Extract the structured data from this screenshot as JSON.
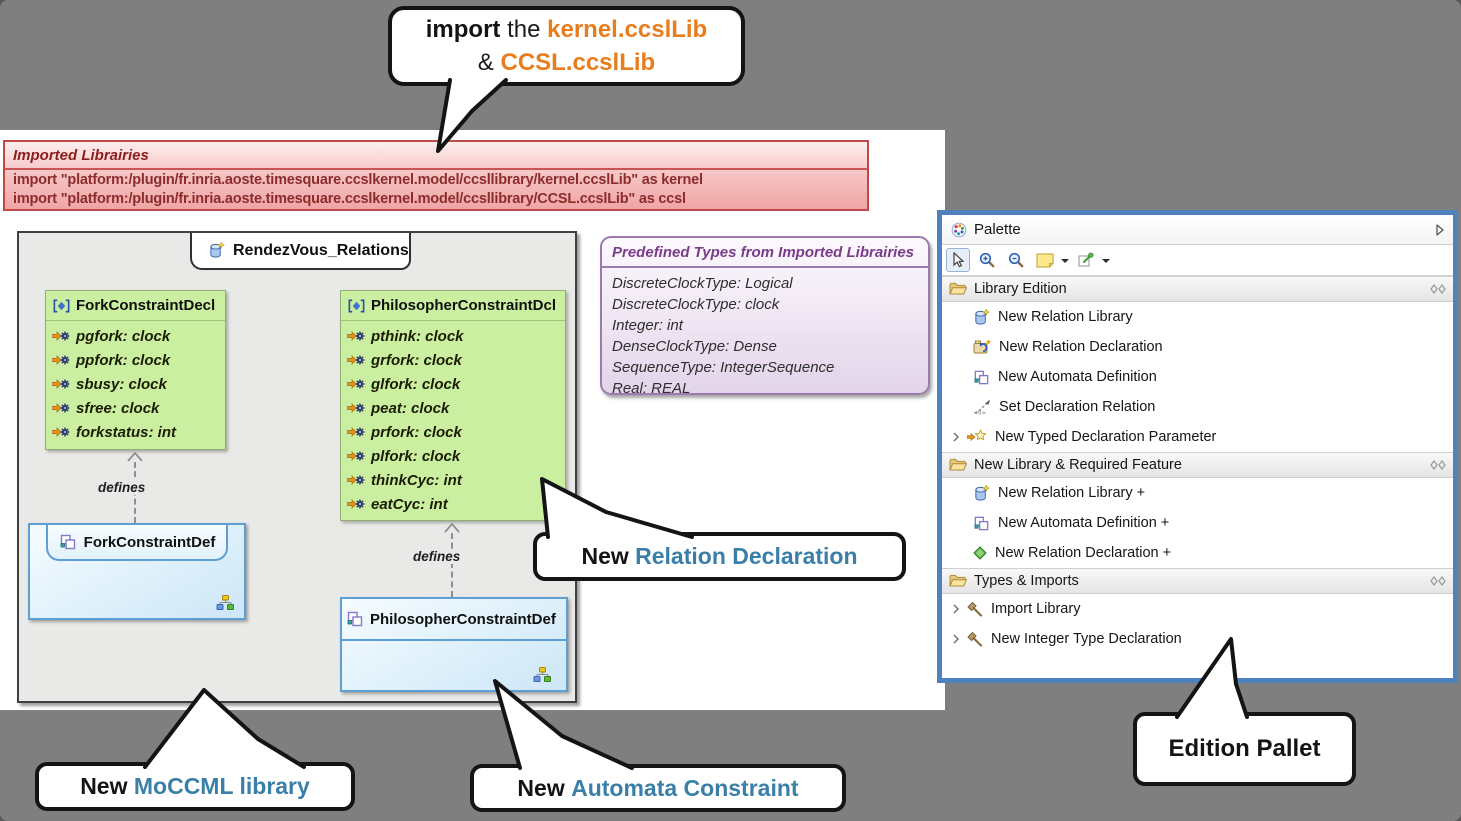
{
  "callouts": {
    "import_note": {
      "bold": "import",
      "mid": " the ",
      "orange1": "kernel.ccslLib",
      "amp": "& ",
      "orange2": "CCSL.ccslLib"
    },
    "new_relation_declaration": {
      "prefix": "New ",
      "highlight": "Relation Declaration"
    },
    "new_moccml_library": {
      "prefix": "New ",
      "highlight": "MoCCML library"
    },
    "new_automata_constraint": {
      "prefix": "New ",
      "highlight": "Automata Constraint"
    },
    "edition_pallet": "Edition Pallet"
  },
  "imported_libraries": {
    "title": "Imported Librairies",
    "lines": [
      "import \"platform:/plugin/fr.inria.aoste.timesquare.ccslkernel.model/ccsllibrary/kernel.ccslLib\" as kernel",
      "import \"platform:/plugin/fr.inria.aoste.timesquare.ccslkernel.model/ccsllibrary/CCSL.ccslLib\" as ccsl"
    ]
  },
  "diagram": {
    "tab_title": "RendezVous_Relations",
    "edge_label": "defines",
    "decl_boxes": [
      {
        "title": "ForkConstraintDecl",
        "rows": [
          "pgfork: clock",
          "ppfork: clock",
          "sbusy: clock",
          "sfree: clock",
          "forkstatus: int"
        ]
      },
      {
        "title": "PhilosopherConstraintDcl",
        "rows": [
          "pthink: clock",
          "grfork: clock",
          "glfork: clock",
          "peat: clock",
          "prfork: clock",
          "plfork: clock",
          "thinkCyc: int",
          "eatCyc: int"
        ]
      }
    ],
    "def_boxes": [
      {
        "title": "ForkConstraintDef"
      },
      {
        "title": "PhilosopherConstraintDef"
      }
    ]
  },
  "predefined_types": {
    "title": "Predefined Types from Imported Librairies",
    "lines": [
      "DiscreteClockType: Logical",
      "DiscreteClockType: clock",
      "Integer: int",
      "DenseClockType: Dense",
      "SequenceType: IntegerSequence",
      "Real: REAL"
    ]
  },
  "palette": {
    "title": "Palette",
    "sections": [
      {
        "label": "Library Edition",
        "items": [
          {
            "label": "New Relation Library"
          },
          {
            "label": "New Relation Declaration"
          },
          {
            "label": "New Automata Definition"
          },
          {
            "label": "Set Declaration Relation"
          },
          {
            "label": "New Typed Declaration Parameter"
          }
        ]
      },
      {
        "label": "New Library & Required Feature",
        "items": [
          {
            "label": "New Relation Library +"
          },
          {
            "label": "New Automata Definition +"
          },
          {
            "label": "New Relation Declaration +"
          }
        ]
      },
      {
        "label": "Types & Imports",
        "items": [
          {
            "label": "Import Library"
          },
          {
            "label": "New Integer Type Declaration"
          }
        ]
      }
    ]
  },
  "colors": {
    "background_gray": "#7f7f7f",
    "accent_orange": "#e87d1e",
    "accent_teal": "#3a7fa8",
    "palette_frame_blue": "#4f81bd",
    "decl_green": "#cbefa0",
    "def_blue_border": "#5d9fd3",
    "imported_red_border": "#bf4a4a",
    "predefined_purple_border": "#9b7bab"
  }
}
